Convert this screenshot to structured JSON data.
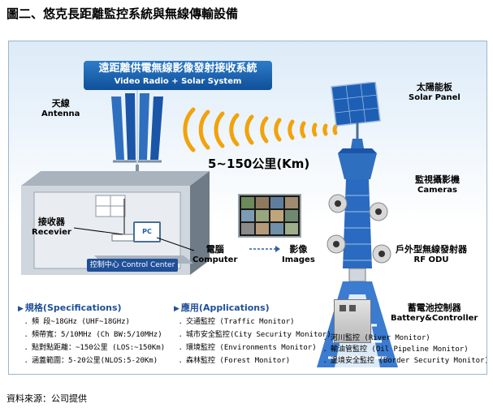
{
  "figure_title": "圖二、悠克長距離監控系統與無線傳輸設備",
  "system_title": {
    "zh": "遠距離供電無線影像發射接收系統",
    "en": "Video Radio + Solar System"
  },
  "labels": {
    "antenna": {
      "zh": "天線",
      "en": "Antenna"
    },
    "receiver": {
      "zh": "接收器",
      "en": "Recevier"
    },
    "control_center": "控制中心 Control Center",
    "pc": "PC",
    "computer": {
      "zh": "電腦",
      "en": "Computer"
    },
    "images": {
      "zh": "影像",
      "en": "Images"
    },
    "distance": "5~150公里(Km)",
    "solar_panel": {
      "zh": "太陽能板",
      "en": "Solar Panel"
    },
    "cameras": {
      "zh": "監視攝影機",
      "en": "Cameras"
    },
    "rf_odu": {
      "zh": "戶外型無線發射器",
      "en": "RF ODU"
    },
    "battery": {
      "zh": "蓄電池控制器",
      "en": "Battery&Controller"
    }
  },
  "specifications": {
    "header": "規格(Specifications)",
    "items": [
      "．頻  段~18GHz (UHF~18GHz)",
      "．頻帶寬：5/10MHz (Ch BW:5/10MHz)",
      "．點對點距離：~150公里 (LOS:~150Km)",
      "．涵蓋範圍：5-20公里(NLOS:5-20Km)"
    ]
  },
  "applications": {
    "header": "應用(Applications)",
    "items": [
      "．交通監控     (Traffic Monitor)",
      "．城市安全監控(City Security Monitor)",
      "．環境監控 (Environments Monitor)",
      "．森林監控  (Forest Monitor)"
    ],
    "items_right": [
      "．河川監控     (River Monitor)",
      "．輸油管監控   (Oil Pipeline Monitor)",
      "．邊境安全監控 (Border Security Monitor)"
    ]
  },
  "source": "資料來源：公司提供",
  "colors": {
    "brand_blue": "#1f4f99",
    "wave_orange": "#f2a20c",
    "sky": "#dcebf8"
  }
}
